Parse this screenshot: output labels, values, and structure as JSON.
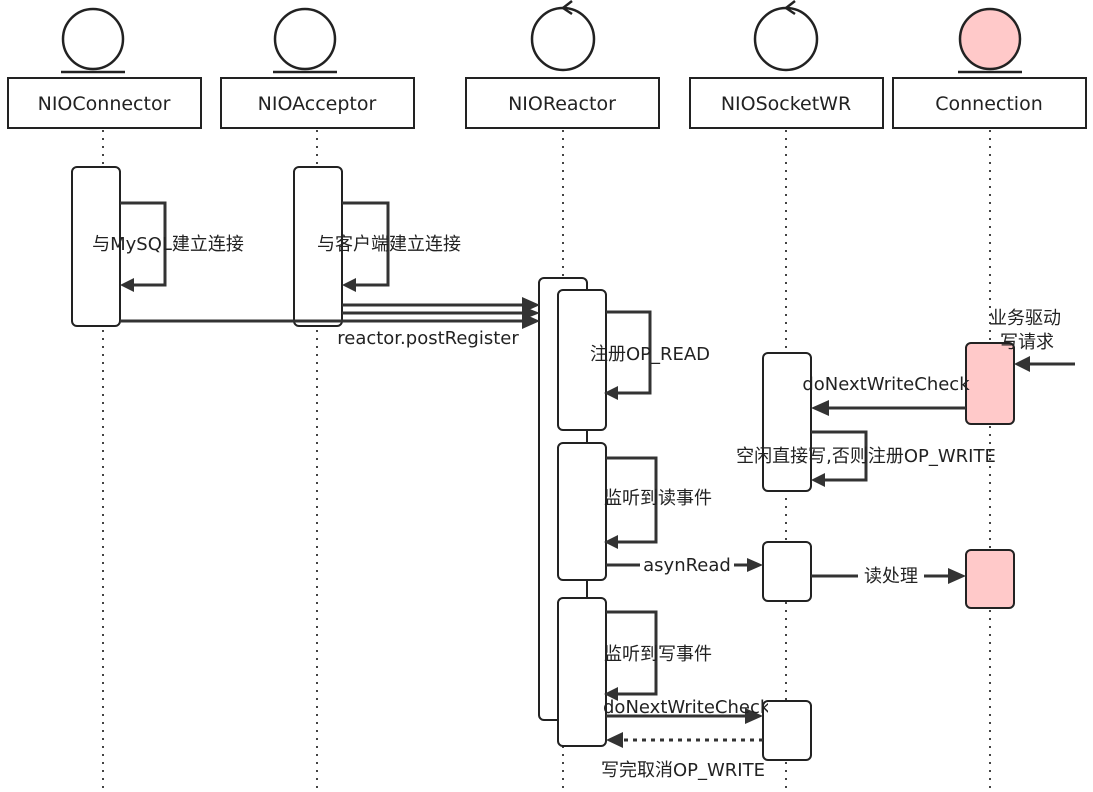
{
  "participants": [
    {
      "id": "nioconnector",
      "label": "NIOConnector",
      "icon": "entity-icon",
      "color": "#ffffff"
    },
    {
      "id": "nioacceptor",
      "label": "NIOAcceptor",
      "icon": "entity-icon",
      "color": "#ffffff"
    },
    {
      "id": "nioreactor",
      "label": "NIOReactor",
      "icon": "control-icon",
      "color": "#ffffff"
    },
    {
      "id": "niosocketwr",
      "label": "NIOSocketWR",
      "icon": "control-icon",
      "color": "#ffffff"
    },
    {
      "id": "connection",
      "label": "Connection",
      "icon": "entity-icon",
      "color": "#ffc9c9"
    }
  ],
  "messages": {
    "mysql_connect": "与MySQL建立连接",
    "client_connect": "与客户端建立连接",
    "post_register": "reactor.postRegister",
    "register_read": "注册OP_READ",
    "business_write_line1": "业务驱动",
    "business_write_line2": "写请求",
    "do_next_write_check_1": "doNextWriteCheck",
    "idle_write": "空闲直接写,否则注册OP_WRITE",
    "listen_read": "监听到读事件",
    "asyn_read": "asynRead",
    "read_handle": "读处理",
    "listen_write": "监听到写事件",
    "do_next_write_check_2": "doNextWriteCheck",
    "write_done_cancel": "写完取消OP_WRITE"
  }
}
